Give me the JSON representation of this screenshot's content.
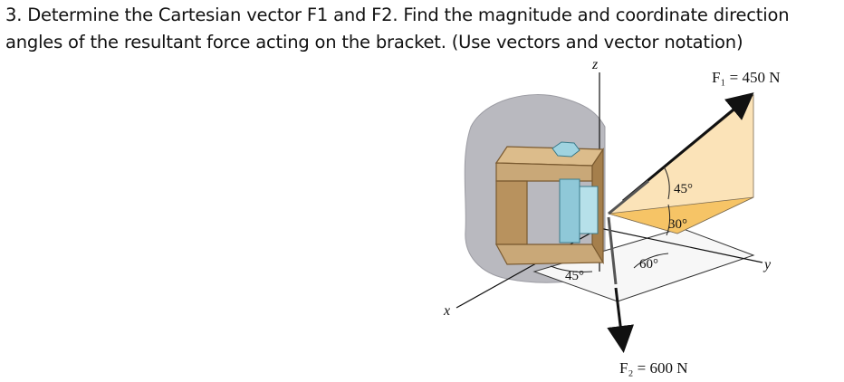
{
  "question": {
    "line1": "3. Determine the Cartesian vector F1 and F2. Find the magnitude and coordinate direction",
    "line2": "angles of the resultant force acting on the bracket. (Use vectors and vector notation)"
  },
  "figure": {
    "axis_z": "z",
    "axis_y": "y",
    "axis_x": "x",
    "f1_label": "F₁ = 450 N",
    "f2_label": "F₂ = 600 N",
    "angle_45_upper": "45°",
    "angle_30": "30°",
    "angle_60": "60°",
    "angle_45_lower": "45°"
  },
  "colors": {
    "wall": "#b9b9bf",
    "bracket": "#c9a878",
    "bracket_dark": "#8f6b3c",
    "bolt": "#8fc8d8",
    "plane_f1": "#fbe3b8",
    "plane_f1_inner": "#f6c466"
  }
}
